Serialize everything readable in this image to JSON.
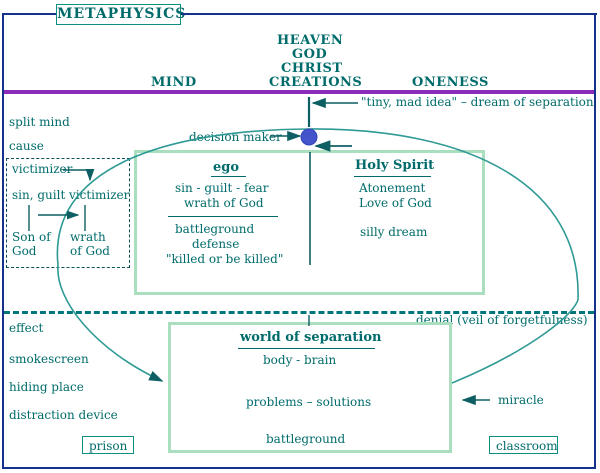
{
  "title": "METAPHYSICS",
  "colors": {
    "teal_text": "#006b6b",
    "purple_line": "#8b2cb8",
    "navy_frame": "#16318c",
    "green_box": "#a9dfbf",
    "dot": "#4455cc",
    "curve": "#2f9a95",
    "dashed_line": "#00767a"
  },
  "top": {
    "heaven": "HEAVEN",
    "god": "GOD",
    "christ": "CHRIST",
    "creations": "CREATIONS",
    "mind": "MIND",
    "oneness": "ONENESS"
  },
  "tiny_mad_idea": "\"tiny, mad idea\"  –   dream of separation",
  "decision_maker": "decision maker",
  "left_labels": {
    "split_mind": "split mind",
    "cause": "cause",
    "effect": "effect",
    "smokescreen": "smokescreen",
    "hiding_place": "hiding place",
    "distraction_device": "distraction device"
  },
  "victimizer_box": {
    "top_left": "victimizer",
    "mid_left": "sin, guilt",
    "mid_right": "victimizer",
    "bottom_left_1": "Son of",
    "bottom_left_2": "God",
    "bottom_right_1": "wrath",
    "bottom_right_2": "of God"
  },
  "ego": {
    "heading": "ego",
    "line1": "sin - guilt - fear",
    "line2": "wrath of God",
    "line3": "battleground",
    "line4": "defense",
    "line5": "\"killed or be killed\""
  },
  "holy_spirit": {
    "heading": "Holy Spirit",
    "line1": "Atonement",
    "line2": "Love of God",
    "line3": "silly dream"
  },
  "denial": "denial  (veil of forgetfulness)",
  "world": {
    "heading": "world of separation",
    "line1": "body - brain",
    "line2": "problems – solutions",
    "line3": "battleground"
  },
  "miracle": "miracle",
  "prison": "prison",
  "classroom": "classroom"
}
